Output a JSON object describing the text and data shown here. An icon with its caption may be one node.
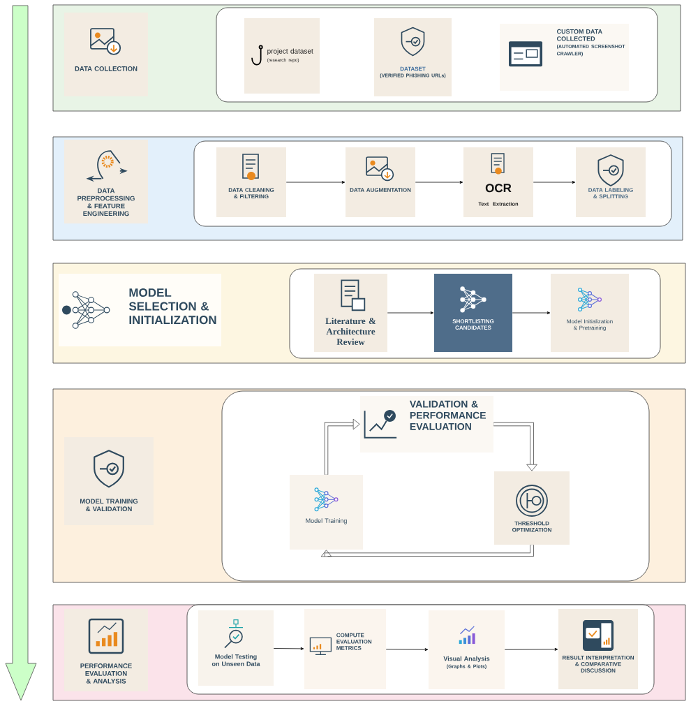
{
  "diagram": {
    "nodes": [
      {
        "text": [],
        "shape": "box"
      },
      {
        "text": [
          "DATA COLLECTION"
        ],
        "in": 0
      },
      {
        "text": [],
        "shape": "box",
        "in": 0
      },
      {
        "text": [
          "project dataset",
          "(research repo)"
        ],
        "in": 2
      },
      {
        "text": [
          "DATASET",
          "(VERIFIED PHISHING URLs)"
        ],
        "in": 2
      },
      {
        "text": [
          "CUSTOM DATA COLLECTED",
          "(AUTOMATED SCREENSHOT CRAWLER)"
        ],
        "in": 2
      },
      {
        "text": [],
        "shape": "box"
      },
      {
        "text": [
          "DATA PREPROCESSING & FEATURE ENGINEERING"
        ],
        "in": 6
      },
      {
        "text": [],
        "shape": "box",
        "in": 6
      },
      {
        "text": [
          "DATA CLEANING & FILTERING"
        ],
        "in": 8
      },
      {
        "text": [
          "DATA AUGMENTATION"
        ],
        "in": 8
      },
      {
        "text": [
          "OCR",
          "Text Extraction"
        ],
        "in": 8
      },
      {
        "text": [
          "DATA LABELING & SPLITTING"
        ],
        "in": 8
      },
      {
        "text": [],
        "shape": "box"
      },
      {
        "text": [
          "MODEL SELECTION & INITIALIZATION"
        ],
        "in": 13
      },
      {
        "text": [],
        "shape": "box",
        "in": 13
      },
      {
        "text": [
          "Literature & Architecture Review"
        ],
        "in": 15
      },
      {
        "text": [
          "SHORTLISTING CANDIDATES"
        ],
        "in": 15
      },
      {
        "text": [
          "Model Initialization & Pretraining"
        ],
        "in": 15
      },
      {
        "text": [],
        "shape": "box"
      },
      {
        "text": [
          "MODEL TRAINING & VALIDATION"
        ],
        "in": 19
      },
      {
        "text": [],
        "shape": "box",
        "in": 19
      },
      {
        "text": [
          "VALIDATION & PERFORMANCE EVALUATION"
        ],
        "in": 21
      },
      {
        "text": [
          "Model Training"
        ],
        "in": 21
      },
      {
        "text": [
          "THRESHOLD OPTIMIZATION"
        ],
        "in": 21
      },
      {
        "text": [],
        "shape": "box"
      },
      {
        "text": [
          "PERFORMANCE EVALUATION & ANALYSIS"
        ],
        "in": 25
      },
      {
        "text": [],
        "shape": "box",
        "in": 25
      },
      {
        "text": [
          "Model Testing on Unseen Data"
        ],
        "in": 27
      },
      {
        "text": [
          "COMPUTE EVALUATION METRICS"
        ],
        "in": 27
      },
      {
        "text": [
          "Visual Analysis",
          "(Graphs & Plots)"
        ],
        "in": 27
      },
      {
        "text": [
          "RESULT INTERPRETATION & COMPARATIVE DISCUSSION"
        ],
        "in": 27
      }
    ],
    "edges": [
      {
        "from": 9,
        "to": 10,
        "arrow": "to"
      },
      {
        "from": 10,
        "to": 11,
        "arrow": "to"
      },
      {
        "from": 11,
        "to": 12,
        "arrow": "to"
      },
      {
        "from": 16,
        "to": 17,
        "arrow": "to"
      },
      {
        "from": 17,
        "to": 18,
        "arrow": "to"
      },
      {
        "from": 23,
        "to": 22,
        "arrow": "to",
        "style": "thick"
      },
      {
        "from": 22,
        "to": 24,
        "arrow": "to",
        "style": "thick"
      },
      {
        "from": 24,
        "to": 23,
        "arrow": "to",
        "style": "thick"
      },
      {
        "from": 28,
        "to": 29,
        "arrow": "to"
      },
      {
        "from": 29,
        "to": 30,
        "arrow": "to"
      },
      {
        "from": 30,
        "to": 31,
        "arrow": "to"
      }
    ]
  }
}
